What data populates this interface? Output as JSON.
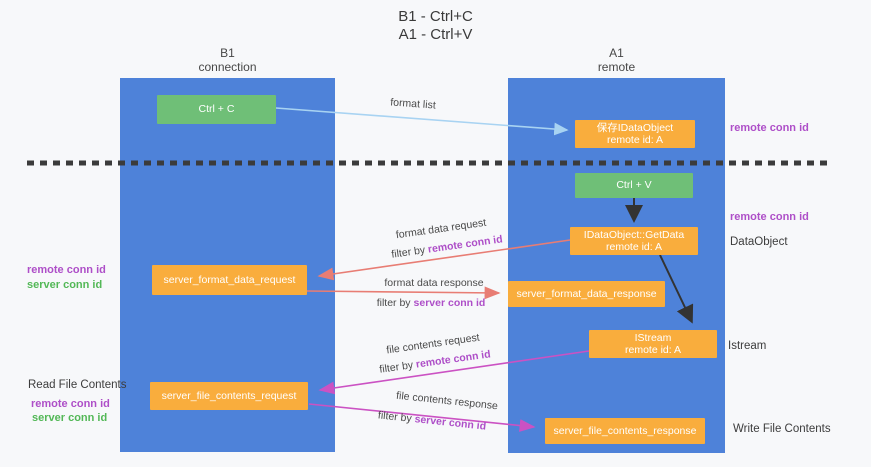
{
  "colors": {
    "background": "#f7f8fa",
    "lane_blue": "#4e82d9",
    "node_orange": "#f9ad3d",
    "node_green": "#6fbf77",
    "arrow_light_blue": "#a8d3f2",
    "arrow_red": "#e87d74",
    "arrow_magenta": "#cb52c3",
    "arrow_black": "#333333",
    "text_purple": "#ae4fc8",
    "text_green": "#53b857"
  },
  "title": {
    "line1": "B1 - Ctrl+C",
    "line2": "A1 - Ctrl+V"
  },
  "lanes": {
    "left": {
      "name": "B1",
      "role": "connection"
    },
    "right": {
      "name": "A1",
      "role": "remote"
    }
  },
  "nodes": {
    "ctrl_c": {
      "label": "Ctrl + C"
    },
    "ctrl_v": {
      "label": "Ctrl + V"
    },
    "save_dataobject": {
      "line1": "保存IDataObject",
      "line2": "remote id: A"
    },
    "getdata": {
      "line1": "IDataObject::GetData",
      "line2": "remote id: A"
    },
    "istream": {
      "line1": "IStream",
      "line2": "remote id: A"
    },
    "format_request": {
      "label": "server_format_data_request"
    },
    "format_response": {
      "label": "server_format_data_response"
    },
    "file_request": {
      "label": "server_file_contents_request"
    },
    "file_response": {
      "label": "server_file_contents_response"
    }
  },
  "edges": {
    "format_list": {
      "label": "format list"
    },
    "format_data_request": {
      "label": "format data request",
      "filter_prefix": "filter by",
      "filter_value": "remote conn id"
    },
    "format_data_response": {
      "label": "format data response",
      "filter_prefix": "filter by",
      "filter_value": "server conn id"
    },
    "file_contents_request": {
      "label": "file contents request",
      "filter_prefix": "filter by",
      "filter_value": "remote conn id"
    },
    "file_contents_response": {
      "label": "file contents response",
      "filter_prefix": "filter by",
      "filter_value": "server conn id"
    }
  },
  "annotations": {
    "right_top_remote": "remote conn id",
    "right_mid_remote": "remote conn id",
    "dataobject": "DataObject",
    "istream": "Istream",
    "write_file": "Write File Contents",
    "left_mid": {
      "remote": "remote conn id",
      "server": "server conn id"
    },
    "left_bottom": {
      "title": "Read File Contents",
      "remote": "remote conn id",
      "server": "server conn id"
    }
  }
}
